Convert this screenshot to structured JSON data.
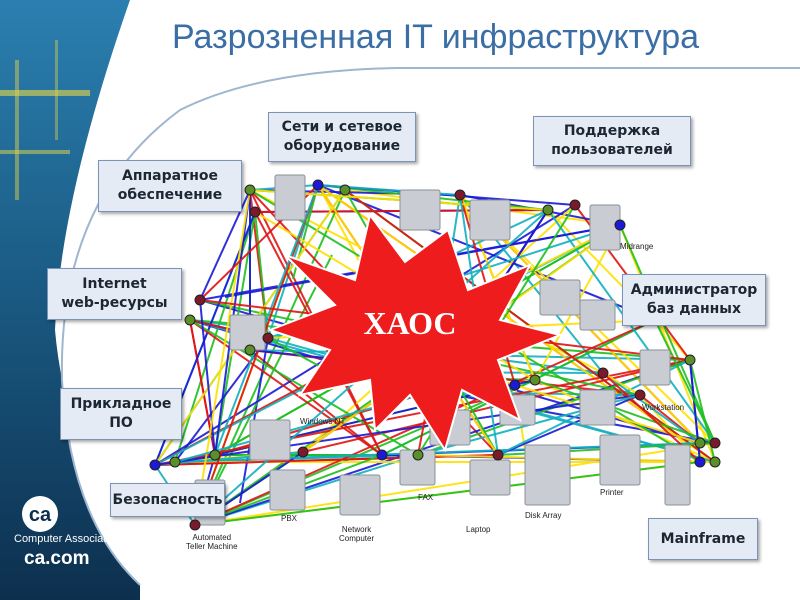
{
  "title": "Разрозненная IT инфраструктура",
  "center_label": "ХАОС",
  "labels": {
    "networks": "Сети и сетевое\nоборудование",
    "user_support": "Поддержка\nпользователей",
    "hardware": "Аппаратное\nобеспечение",
    "internet": "Internet\nweb-ресурсы",
    "dba": "Администратор\nбаз данных",
    "applications": "Прикладное\nПО",
    "security": "Безопасность",
    "mainframe": "Mainframe"
  },
  "devices": {
    "midrange": "Midrange",
    "windows_nt": "Windows NT",
    "fax": "FAX",
    "pbx": "PBX",
    "network_computer": "Network\nComputer",
    "laptop": "Laptop",
    "disk_array": "Disk Array",
    "atm": "Automated\nTeller Machine",
    "printer": "Printer",
    "workstation": "Workstation"
  },
  "logo": {
    "mark": "ca",
    "company": "Computer Associates",
    "url": "ca.com"
  },
  "colors": {
    "title": "#3a6ea5",
    "star": "#ee1c1c",
    "box_fill": "#e4ebf5",
    "box_border": "#7d93b5",
    "line_colors": [
      "#1a1ad8",
      "#ffe000",
      "#1fbf1f",
      "#e01414",
      "#12b0c0"
    ]
  }
}
